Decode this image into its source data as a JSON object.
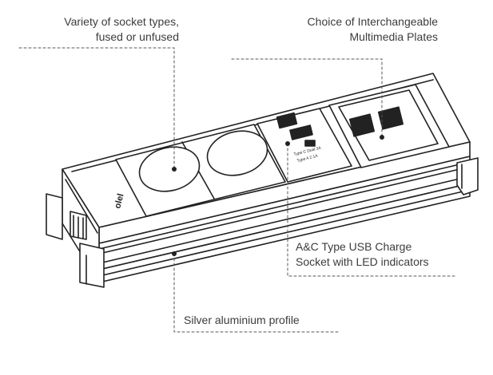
{
  "annotations": {
    "sockets": {
      "lines": [
        "Variety of socket types,",
        "fused or unfused"
      ]
    },
    "plates": {
      "lines": [
        "Choice of Interchangeable",
        "Multimedia Plates"
      ]
    },
    "usb": {
      "lines": [
        "A&C Type USB Charge",
        "Socket with LED indicators"
      ]
    },
    "profile": {
      "lines": [
        "Silver aluminium profile"
      ]
    }
  },
  "device": {
    "end_cap_logo": "olel",
    "usb_module_text": [
      "Type C Dual 3A",
      "Type A 2.1A"
    ]
  },
  "colors": {
    "line": "#222222",
    "text": "#3c3c3c",
    "leader": "#555555"
  }
}
